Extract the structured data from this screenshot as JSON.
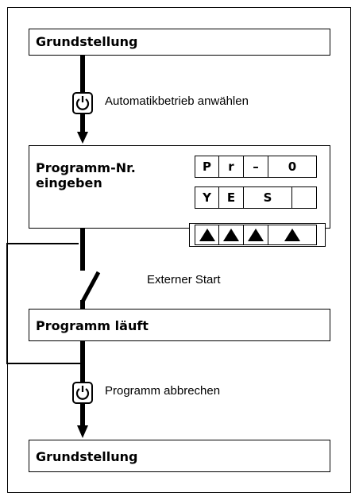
{
  "boxes": {
    "start": "Grundstellung",
    "input": "Programm-Nr.\neingeben",
    "running": "Programm läuft",
    "end": "Grundstellung"
  },
  "labels": {
    "select_auto": "Automatikbetrieb anwählen",
    "external_start": "Externer Start",
    "abort": "Programm abbrechen"
  },
  "display": {
    "row1": [
      "P",
      "r",
      "–",
      "0"
    ],
    "row2": [
      "Y",
      "E",
      "S",
      ""
    ]
  },
  "icons": [
    "power-button-icon",
    "arrow-up-icon",
    "switch-icon",
    "arrow-down-icon"
  ]
}
